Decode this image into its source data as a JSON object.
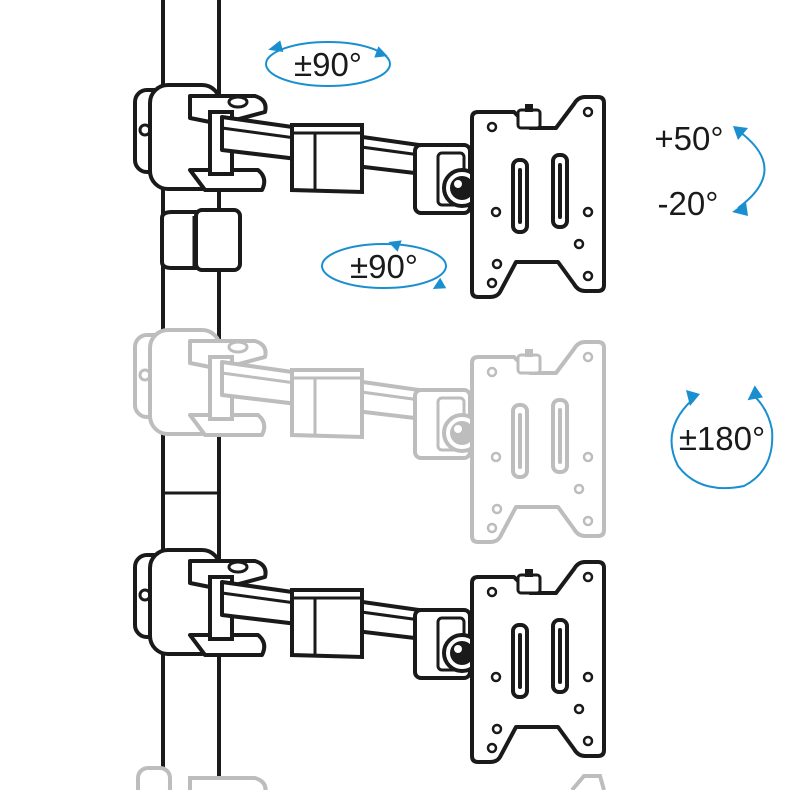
{
  "labels": {
    "swivel_top": "±90°",
    "swivel_mid": "±90°",
    "tilt_up": "+50°",
    "tilt_down": "-20°",
    "rotate": "±180°"
  },
  "colors": {
    "line": "#1a1a1a",
    "accent": "#1a8fd0",
    "ghost": "#bdbdbd",
    "fill": "#ffffff"
  }
}
